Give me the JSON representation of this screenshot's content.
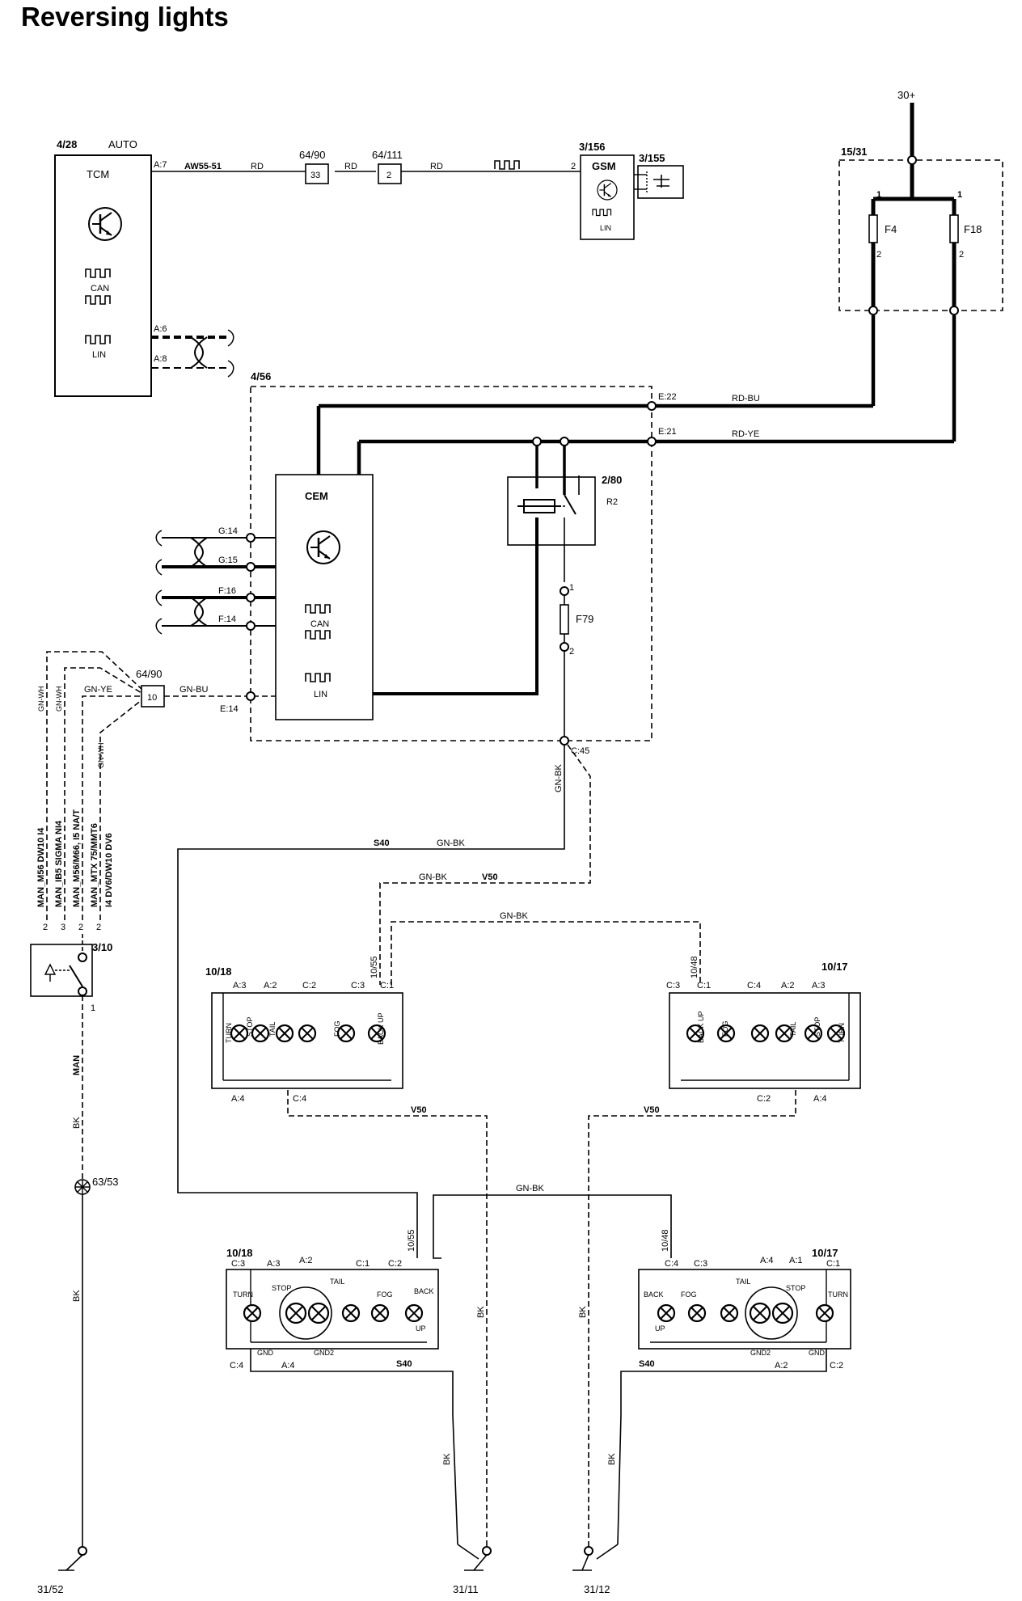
{
  "title": "Reversing lights",
  "components": {
    "tcm": {
      "id": "4/28",
      "variant": "AUTO",
      "name": "TCM",
      "pin_a7": "A:7",
      "pin_a6": "A:6",
      "pin_a8": "A:8",
      "can": "CAN",
      "lin": "LIN"
    },
    "conn_6490_top": {
      "id": "64/90",
      "pin": "33"
    },
    "conn_64111": {
      "id": "64/111",
      "pin": "2"
    },
    "gsm": {
      "id": "3/156",
      "name": "GSM",
      "pin": "2",
      "lin": "LIN"
    },
    "sw_3155": {
      "id": "3/155"
    },
    "fusebox": {
      "id": "15/31",
      "supply": "30+",
      "f4": "F4",
      "f18": "F18",
      "p1": "1",
      "p2": "2"
    },
    "cem_box": {
      "id": "4/56",
      "name": "CEM",
      "can": "CAN",
      "lin": "LIN"
    },
    "relay": {
      "id": "2/80",
      "name": "R2"
    },
    "fuse_f79": {
      "name": "F79",
      "p1": "1",
      "p2": "2"
    },
    "conn_6490_mid": {
      "id": "64/90",
      "pin": "10"
    },
    "switch_310": {
      "id": "3/10",
      "pin1": "1",
      "pin2": "2"
    },
    "ground_6353": {
      "id": "63/53"
    },
    "grounds": [
      "31/52",
      "31/11",
      "31/12"
    ],
    "lamp_v50_left": {
      "id": "10/18"
    },
    "lamp_v50_right": {
      "id": "10/17"
    },
    "lamp_s40_left": {
      "id": "10/18"
    },
    "lamp_s40_right": {
      "id": "10/17"
    }
  },
  "pins": {
    "e22": "E:22",
    "e21": "E:21",
    "e14": "E:14",
    "c45": "C:45",
    "g14": "G:14",
    "g15": "G:15",
    "f16": "F:16",
    "f14": "F:14"
  },
  "wires": {
    "aw": "AW55-51",
    "rd": "RD",
    "rd_bu": "RD-BU",
    "rd_ye": "RD-YE",
    "gn_bu": "GN-BU",
    "gn_ye": "GN-YE",
    "gn_wh": "GN-WH",
    "gn_bk": "GN-BK",
    "bk": "BK",
    "v50": "V50",
    "s40": "S40",
    "man": "MAN",
    "ref_1055": "10/55",
    "ref_1048": "10/48"
  },
  "variants": [
    "MAN_M56  DW10 I4",
    "MAN_IB5  SIGMA NI4",
    "MAN_M56/M66, I5 NA/T",
    "MAN_MTX 75/MMT6",
    "I4 DV6/DW10 DV6"
  ],
  "variant_pins": [
    "2",
    "3",
    "2",
    "2"
  ],
  "lamp_labels": {
    "turn": "TURN",
    "stop": "STOP",
    "tail": "TAIL",
    "fog": "FOG",
    "back": "BACK",
    "up": "UP",
    "back_up": "BACK UP",
    "gnd": "GND",
    "gnd2": "GND2",
    "a3": "A:3",
    "a2": "A:2",
    "a4": "A:4",
    "a1": "A:1",
    "c1": "C:1",
    "c2": "C:2",
    "c3": "C:3",
    "c4": "C:4"
  }
}
